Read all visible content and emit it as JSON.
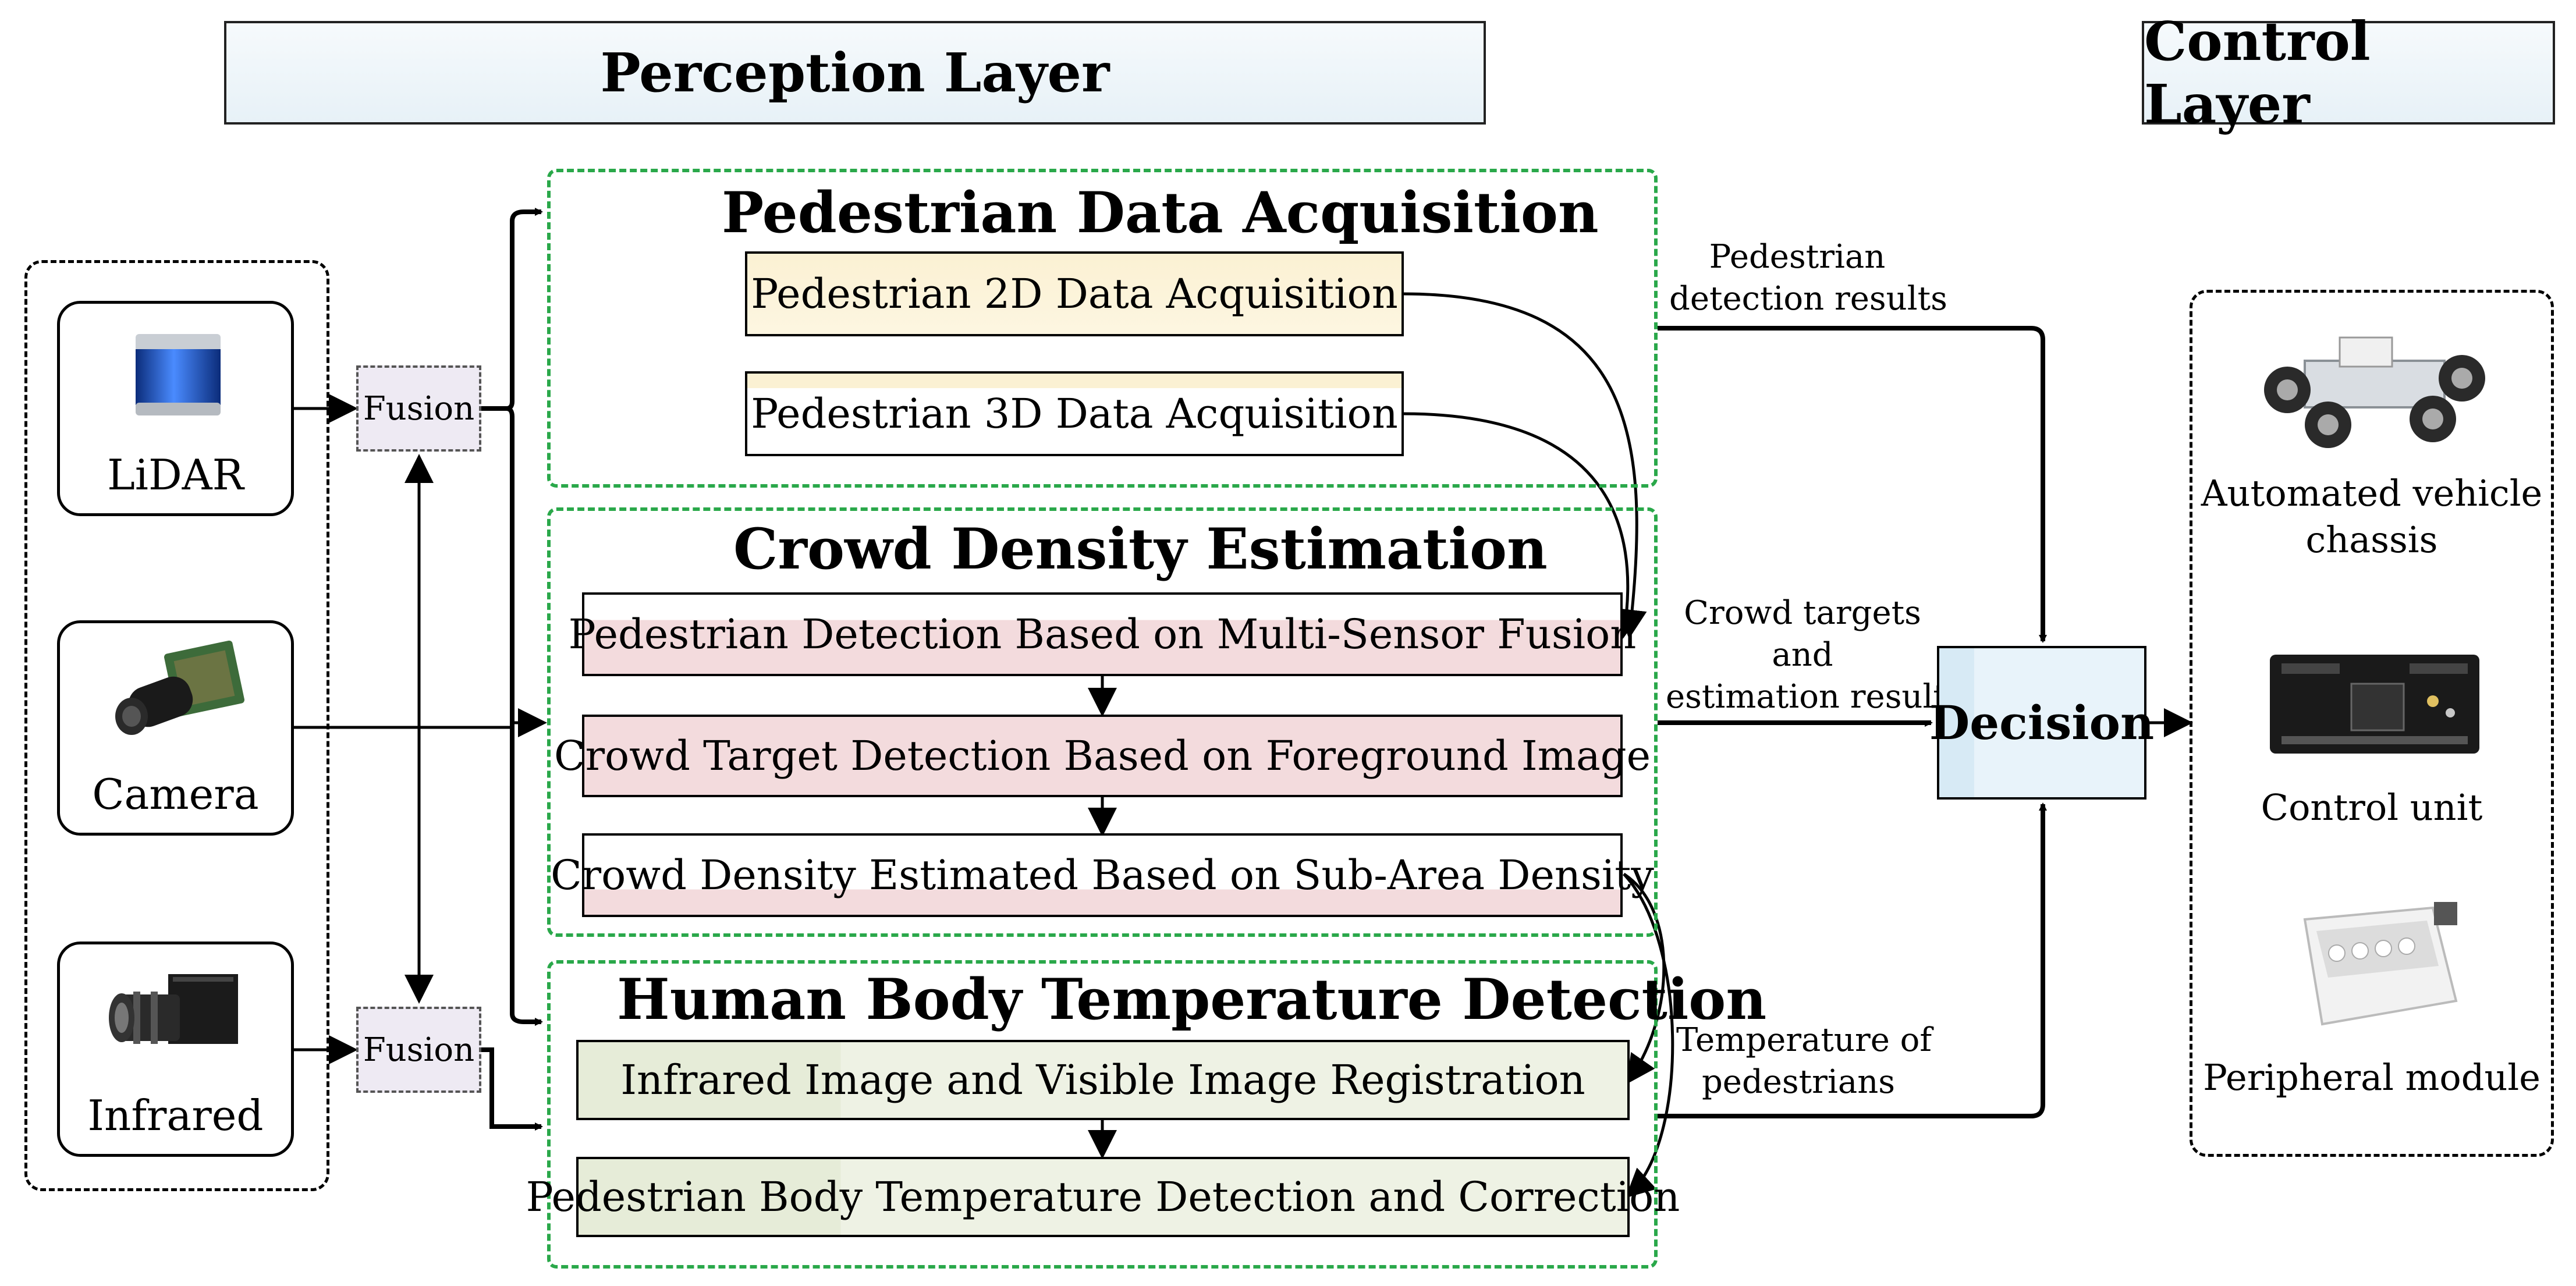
{
  "layers": {
    "perception": "Perception Layer",
    "control": "Control Layer"
  },
  "sensors": {
    "lidar": "LiDAR",
    "camera": "Camera",
    "infrared": "Infrared",
    "fusion_top": "Fusion",
    "fusion_bottom": "Fusion"
  },
  "acquisition": {
    "title": "Pedestrian Data Acquisition",
    "step_2d": "Pedestrian 2D Data Acquisition",
    "step_3d": "Pedestrian 3D Data Acquisition"
  },
  "crowd": {
    "title": "Crowd Density Estimation",
    "step_detection": "Pedestrian Detection Based on Multi-Sensor Fusion",
    "step_target": "Crowd Target Detection Based on Foreground Image",
    "step_density": "Crowd Density Estimated Based on Sub-Area Density"
  },
  "temperature": {
    "title": "Human Body Temperature Detection",
    "step_registration": "Infrared Image and Visible Image Registration",
    "step_correction": "Pedestrian Body Temperature Detection and Correction"
  },
  "edges": {
    "detection_line1": "Pedestrian",
    "detection_line2": "detection results",
    "crowd_line1": "Crowd targets",
    "crowd_line2": "and",
    "crowd_line3": "estimation results",
    "temp_line1": "Temperature of",
    "temp_line2": "pedestrians"
  },
  "decision": "Decision",
  "control": {
    "chassis_line1": "Automated vehicle",
    "chassis_line2": "chassis",
    "unit": "Control unit",
    "peripheral": "Peripheral module"
  }
}
